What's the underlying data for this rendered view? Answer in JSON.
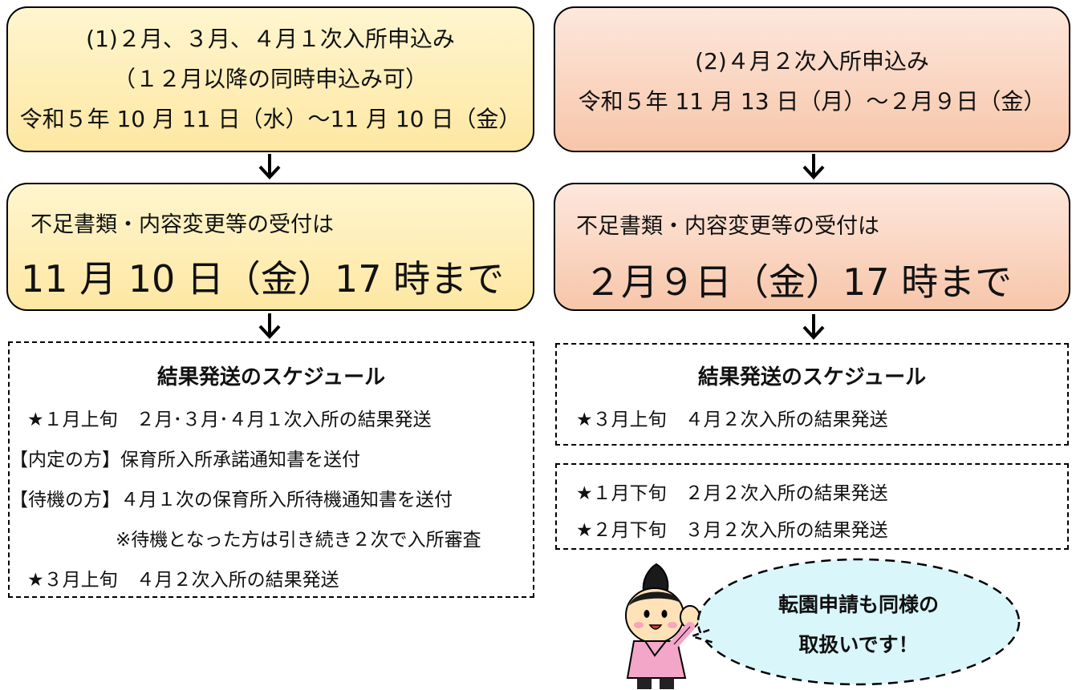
{
  "left": {
    "period_box": {
      "line1": "(1)２月、３月、４月１次入所申込み",
      "line2": "（１２月以降の同時申込み可）",
      "line3": "令和５年 10 月 11 日（水）～11 月 10 日（金）"
    },
    "deadline_box": {
      "label": "不足書類・内容変更等の受付は",
      "deadline": "11 月 10 日（金）17 時まで"
    },
    "schedule_box": {
      "title": "結果発送のスケジュール",
      "item1": "★１月上旬　２月･３月･４月１次入所の結果発送",
      "item2": "【内定の方】保育所入所承諾通知書を送付",
      "item3": "【待機の方】４月１次の保育所入所待機通知書を送付",
      "item4": "※待機となった方は引き続き２次で入所審査",
      "item5": "★３月上旬　４月２次入所の結果発送"
    }
  },
  "right": {
    "period_box": {
      "line1": "(2)４月２次入所申込み",
      "line2": "令和５年 11 月 13 日（月）～２月９日（金）"
    },
    "deadline_box": {
      "label": "不足書類・内容変更等の受付は",
      "deadline": "２月９日（金）17 時まで"
    },
    "schedule_box": {
      "title": "結果発送のスケジュール",
      "item1": "★３月上旬　４月２次入所の結果発送"
    },
    "extra_schedule_box": {
      "item1": "★１月下旬　２月２次入所の結果発送",
      "item2": "★２月下旬　３月２次入所の結果発送"
    }
  },
  "bubble": {
    "line1": "転園申請も同様の",
    "line2": "取扱いです！"
  },
  "colors": {
    "left_fill": "#fde7a2",
    "right_fill": "#f7c6aa",
    "bubble_fill": "#d9f6fb",
    "mascot_body": "#f3a6c8"
  }
}
